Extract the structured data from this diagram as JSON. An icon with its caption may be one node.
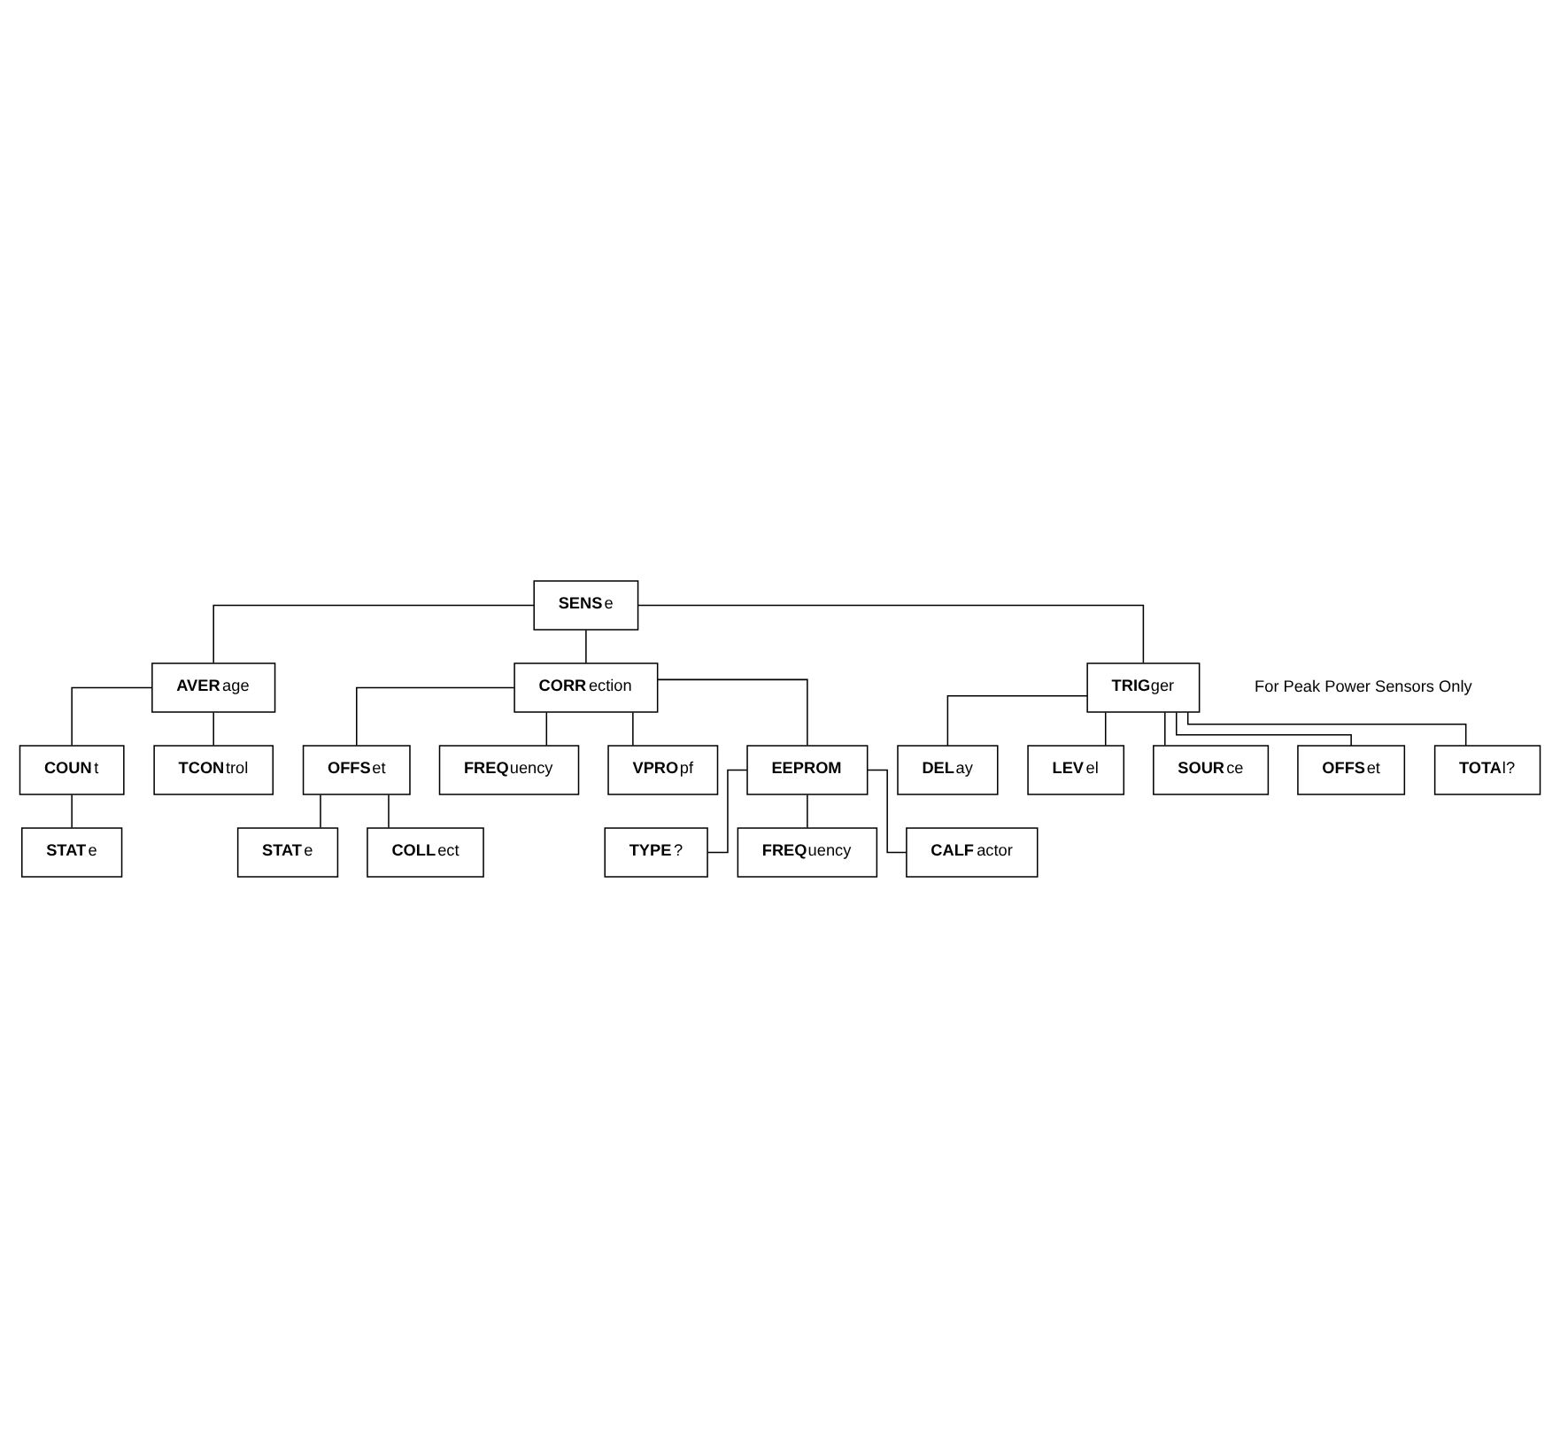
{
  "diagram": {
    "nodes": [
      {
        "text": [
          "**SENS**e"
        ]
      },
      {
        "text": [
          "**AVER**age"
        ]
      },
      {
        "text": [
          "**CORR**ection"
        ]
      },
      {
        "text": [
          "**TRIG**ger"
        ]
      },
      {
        "text": [
          "**COUN**t"
        ]
      },
      {
        "text": [
          "**TCON**trol"
        ]
      },
      {
        "text": [
          "**STAT**e"
        ]
      },
      {
        "text": [
          "**OFFS**et"
        ]
      },
      {
        "text": [
          "**STAT**e"
        ]
      },
      {
        "text": [
          "**COLL**ect"
        ]
      },
      {
        "text": [
          "**FREQ**uency"
        ]
      },
      {
        "text": [
          "**VPRO**pf"
        ]
      },
      {
        "text": [
          "**EEPROM**"
        ]
      },
      {
        "text": [
          "**TYPE**?"
        ]
      },
      {
        "text": [
          "**FREQ**uency"
        ]
      },
      {
        "text": [
          "**CALF**actor"
        ]
      },
      {
        "text": [
          "**DEL**ay"
        ]
      },
      {
        "text": [
          "**LEV**el"
        ]
      },
      {
        "text": [
          "**SOUR**ce"
        ]
      },
      {
        "text": [
          "**OFFS**et"
        ]
      },
      {
        "text": [
          "**TOTA**l?"
        ]
      }
    ],
    "edges": [
      {
        "from": 0,
        "to": 1,
        "arrow": "none"
      },
      {
        "from": 0,
        "to": 2,
        "arrow": "none"
      },
      {
        "from": 0,
        "to": 3,
        "arrow": "none"
      },
      {
        "from": 1,
        "to": 4,
        "arrow": "none"
      },
      {
        "from": 1,
        "to": 5,
        "arrow": "none"
      },
      {
        "from": 4,
        "to": 6,
        "arrow": "none"
      },
      {
        "from": 2,
        "to": 7,
        "arrow": "none"
      },
      {
        "from": 7,
        "to": 8,
        "arrow": "none"
      },
      {
        "from": 7,
        "to": 9,
        "arrow": "none"
      },
      {
        "from": 2,
        "to": 10,
        "arrow": "none"
      },
      {
        "from": 2,
        "to": 11,
        "arrow": "none"
      },
      {
        "from": 2,
        "to": 12,
        "arrow": "none"
      },
      {
        "from": 12,
        "to": 13,
        "arrow": "none"
      },
      {
        "from": 12,
        "to": 14,
        "arrow": "none"
      },
      {
        "from": 12,
        "to": 15,
        "arrow": "none"
      },
      {
        "from": 3,
        "to": 16,
        "arrow": "none"
      },
      {
        "from": 3,
        "to": 17,
        "arrow": "none"
      },
      {
        "from": 3,
        "to": 18,
        "arrow": "none"
      },
      {
        "from": 3,
        "to": 19,
        "arrow": "none"
      },
      {
        "from": 3,
        "to": 20,
        "arrow": "none"
      }
    ],
    "labels": [
      "For Peak Power Sensors Only"
    ]
  }
}
